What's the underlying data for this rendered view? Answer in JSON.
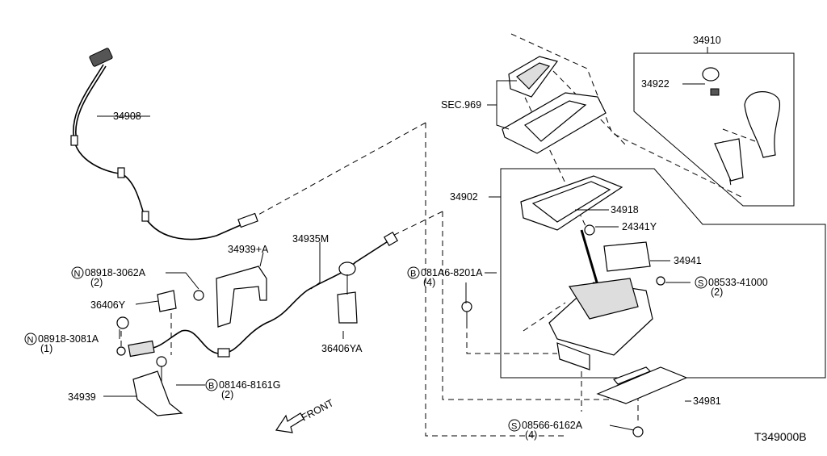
{
  "labels": {
    "p34908": "34908",
    "p34910": "34910",
    "p34922": "34922",
    "sec969": "SEC.969",
    "p34902": "34902",
    "p34918": "34918",
    "p24341y": "24341Y",
    "p34939a": "34939+A",
    "p34935m": "34935M",
    "p34941": "34941",
    "n08918_3062a": "08918-3062A",
    "n08918_3062a_qty": "(2)",
    "b081a6_8201a": "081A6-8201A",
    "b081a6_8201a_qty": "(4)",
    "s08533_41000": "08533-41000",
    "s08533_41000_qty": "(2)",
    "p36406y": "36406Y",
    "n08918_3081a": "08918-3081A",
    "n08918_3081a_qty": "(1)",
    "p36406ya": "36406YA",
    "b08146_8161g": "08146-8161G",
    "b08146_8161g_qty": "(2)",
    "p34939": "34939",
    "p34981": "34981",
    "front": "FRONT",
    "s08566_6162a": "08566-6162A",
    "s08566_6162a_qty": "(4)",
    "drawing_code": "T349000B"
  },
  "markers": {
    "n": "N",
    "b": "B",
    "s": "S"
  }
}
